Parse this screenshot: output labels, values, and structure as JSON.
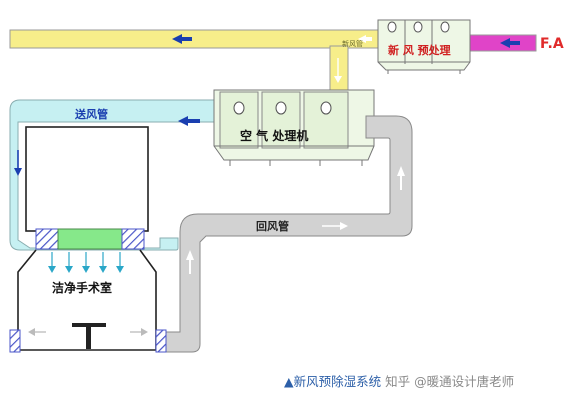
{
  "labels": {
    "fa": "F.A",
    "fresh_pipe": "新风管",
    "fresh_unit": "新 风 预处理",
    "supply_duct": "送风管",
    "ahu": "空 气 处理机",
    "return_duct": "回风管",
    "room": "洁净手术室"
  },
  "caption": {
    "marker": "▲",
    "title": "新风预除湿系统",
    "source": "知乎 @暖通设计唐老师"
  },
  "colors": {
    "fresh_air": "#f7ee8a",
    "supply_air": "#c6f0f2",
    "return_air": "#d2d2d2",
    "outdoor": "#e044c8",
    "filter": "#86e88a",
    "arrow": "#1a3fb0"
  }
}
